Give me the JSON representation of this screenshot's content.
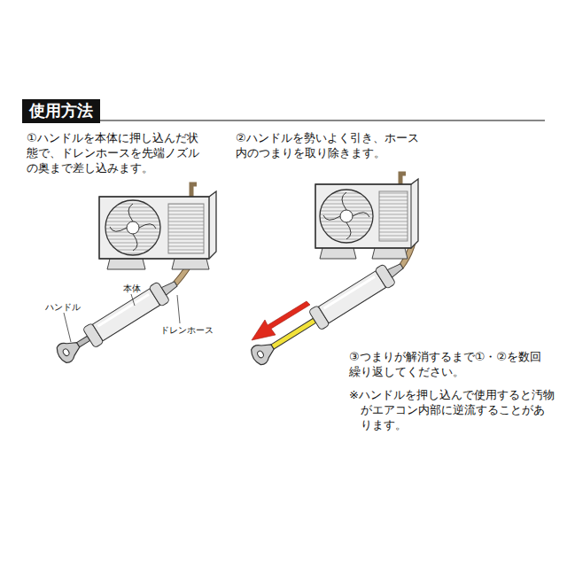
{
  "diagram": {
    "title": "使用方法",
    "labels": [
      "①ハンドルを本体に押し込んだ状態で、ドレンホースを先端ノズルの奥まで差し込みます。",
      "②ハンドルを勢いよく引き、ホース内のつまりを取り除きます。",
      "③つまりが解消するまで①・②を数回繰り返してください。",
      "※ハンドルを押し込んで使用すると汚物がエアコン内部に逆流することがあります。",
      "本体",
      "ハンドル",
      "ドレンホース"
    ]
  }
}
